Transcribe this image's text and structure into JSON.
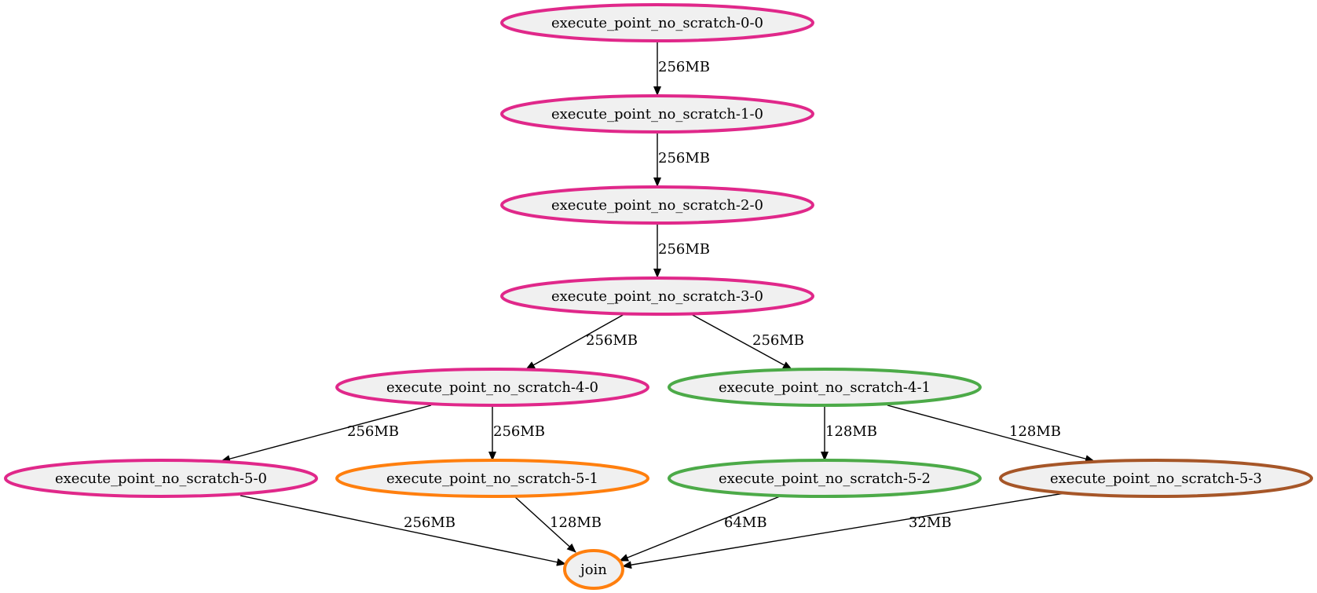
{
  "graph": {
    "colors": {
      "pink": "#e0288a",
      "green": "#4caa48",
      "orange": "#ff7f0e",
      "brown": "#a65628",
      "node_fill": "#f0f0f0",
      "edge": "#000000"
    },
    "nodes": [
      {
        "id": "n0",
        "label": "execute_point_no_scratch-0-0",
        "color": "pink"
      },
      {
        "id": "n1",
        "label": "execute_point_no_scratch-1-0",
        "color": "pink"
      },
      {
        "id": "n2",
        "label": "execute_point_no_scratch-2-0",
        "color": "pink"
      },
      {
        "id": "n3",
        "label": "execute_point_no_scratch-3-0",
        "color": "pink"
      },
      {
        "id": "n40",
        "label": "execute_point_no_scratch-4-0",
        "color": "pink"
      },
      {
        "id": "n41",
        "label": "execute_point_no_scratch-4-1",
        "color": "green"
      },
      {
        "id": "n50",
        "label": "execute_point_no_scratch-5-0",
        "color": "pink"
      },
      {
        "id": "n51",
        "label": "execute_point_no_scratch-5-1",
        "color": "orange"
      },
      {
        "id": "n52",
        "label": "execute_point_no_scratch-5-2",
        "color": "green"
      },
      {
        "id": "n53",
        "label": "execute_point_no_scratch-5-3",
        "color": "brown"
      },
      {
        "id": "join",
        "label": "join",
        "color": "orange"
      }
    ],
    "edges": [
      {
        "from": "n0",
        "to": "n1",
        "label": "256MB"
      },
      {
        "from": "n1",
        "to": "n2",
        "label": "256MB"
      },
      {
        "from": "n2",
        "to": "n3",
        "label": "256MB"
      },
      {
        "from": "n3",
        "to": "n40",
        "label": "256MB"
      },
      {
        "from": "n3",
        "to": "n41",
        "label": "256MB"
      },
      {
        "from": "n40",
        "to": "n50",
        "label": "256MB"
      },
      {
        "from": "n40",
        "to": "n51",
        "label": "256MB"
      },
      {
        "from": "n41",
        "to": "n52",
        "label": "128MB"
      },
      {
        "from": "n41",
        "to": "n53",
        "label": "128MB"
      },
      {
        "from": "n50",
        "to": "join",
        "label": "256MB"
      },
      {
        "from": "n51",
        "to": "join",
        "label": "128MB"
      },
      {
        "from": "n52",
        "to": "join",
        "label": "64MB"
      },
      {
        "from": "n53",
        "to": "join",
        "label": "32MB"
      }
    ]
  }
}
